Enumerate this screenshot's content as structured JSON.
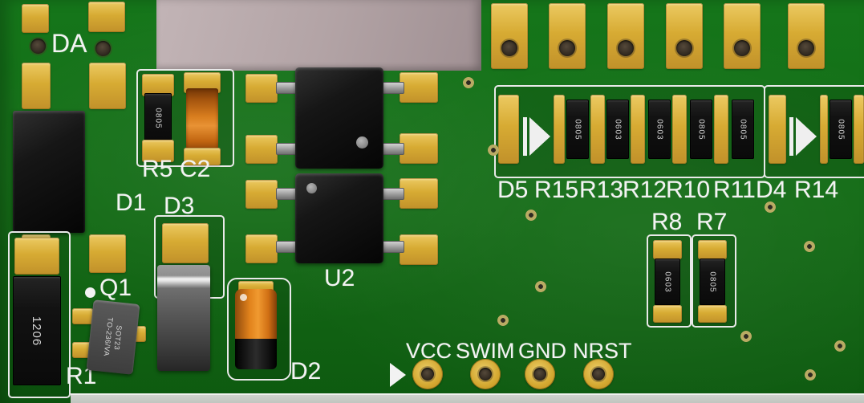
{
  "refdes": {
    "da": "DA",
    "d1": "D1",
    "r5": "R5",
    "c2": "C2",
    "d3": "D3",
    "q1": "Q1",
    "r1": "R1",
    "d2": "D2",
    "u2": "U2",
    "d5": "D5",
    "r15": "R15",
    "r13": "R13",
    "r12": "R12",
    "r10": "R10",
    "r11": "R11",
    "d4": "D4",
    "r14": "R14",
    "r8": "R8",
    "r7": "R7"
  },
  "pin_labels": {
    "vcc": "VCC",
    "swim": "SWIM",
    "gnd": "GND",
    "nrst": "NRST"
  },
  "markings": {
    "r1": "1206",
    "r5": "0805",
    "q1_package": "SOT23",
    "q1_type": "TO-236/VA",
    "r15": "0805",
    "r13": "0603",
    "r12": "0603",
    "r10": "0805",
    "r11": "0805",
    "r14": "0805",
    "r8": "0603",
    "r7": "0805"
  },
  "colors": {
    "board_green": "#147114",
    "pad_gold": "#d8ad34",
    "silkscreen_white": "#f3f3f3",
    "component_black": "#121212",
    "capacitor_orange": "#e1821c",
    "background_top": "#b3a4a6",
    "background_bottom": "#cbcdca"
  }
}
